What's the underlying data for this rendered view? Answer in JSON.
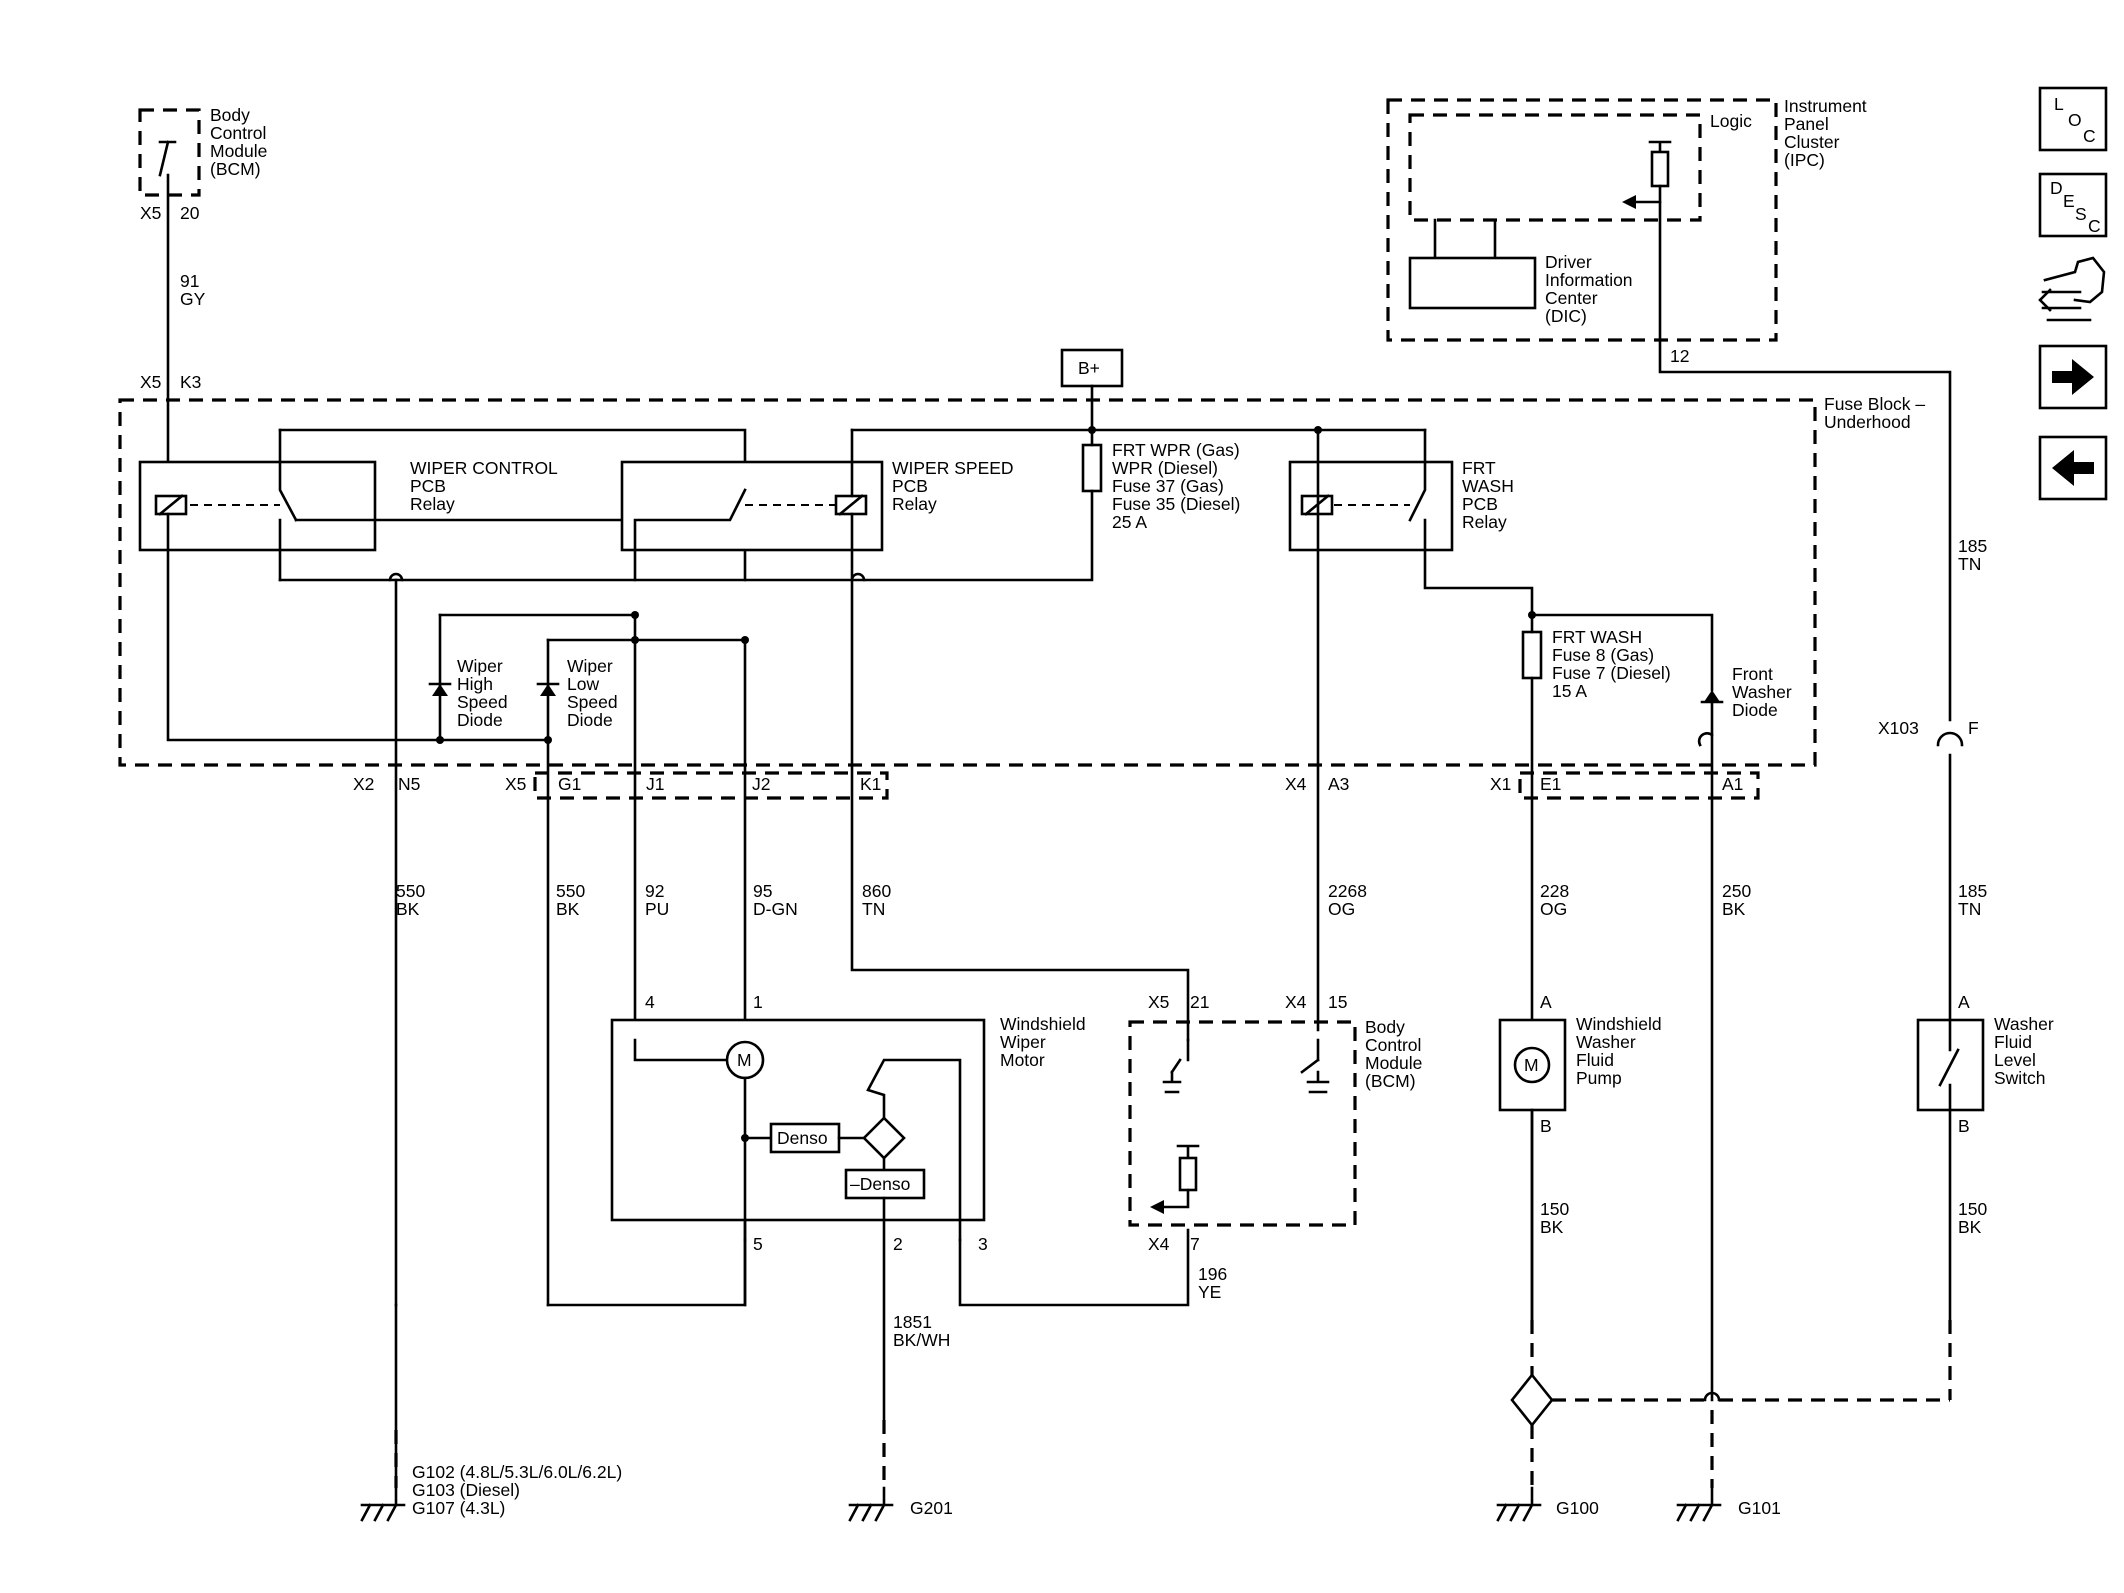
{
  "colors": {
    "ink": "#000000",
    "background": "#ffffff"
  },
  "nav": {
    "loc": {
      "l1": "L",
      "l2": "O",
      "l3": "C"
    },
    "desc": {
      "l1": "D",
      "l2": "E",
      "l3": "S",
      "l4": "C"
    },
    "icons": [
      "connector-tool-icon",
      "next-arrow-icon",
      "previous-arrow-icon"
    ]
  },
  "bcm_top": {
    "name": [
      "Body",
      "Control",
      "Module",
      "(BCM)"
    ],
    "conn": "X5",
    "pin": "20",
    "wire_num": "91",
    "wire_color": "GY"
  },
  "fuse_block": {
    "label": [
      "Fuse Block –",
      "Underhood"
    ],
    "x5": "X5",
    "k3": "K3",
    "battery": "B+",
    "wiper_control_relay": [
      "WIPER CONTROL",
      "PCB",
      "Relay"
    ],
    "wiper_speed_relay": [
      "WIPER SPEED",
      "PCB",
      "Relay"
    ],
    "frt_wash_relay": [
      "FRT",
      "WASH",
      "PCB",
      "Relay"
    ],
    "fuse_wpr": [
      "FRT WPR (Gas)",
      "WPR (Diesel)",
      "Fuse 37 (Gas)",
      "Fuse 35 (Diesel)",
      "25 A"
    ],
    "fuse_wash": [
      "FRT WASH",
      "Fuse 8 (Gas)",
      "Fuse 7 (Diesel)",
      "15 A"
    ],
    "high_diode": [
      "Wiper",
      "High",
      "Speed",
      "Diode"
    ],
    "low_diode": [
      "Wiper",
      "Low",
      "Speed",
      "Diode"
    ],
    "washer_diode": [
      "Front",
      "Washer",
      "Diode"
    ]
  },
  "connectors": {
    "x2": "X2",
    "n5": "N5",
    "x5": "X5",
    "g1": "G1",
    "j1": "J1",
    "j2": "J2",
    "k1": "K1",
    "x4": "X4",
    "a3": "A3",
    "x1": "X1",
    "e1": "E1",
    "a1": "A1"
  },
  "wires": {
    "n5": {
      "num": "550",
      "color": "BK"
    },
    "g1": {
      "num": "550",
      "color": "BK"
    },
    "j1": {
      "num": "92",
      "color": "PU"
    },
    "j2": {
      "num": "95",
      "color": "D-GN"
    },
    "k1": {
      "num": "860",
      "color": "TN"
    },
    "a3": {
      "num": "2268",
      "color": "OG"
    },
    "e1": {
      "num": "228",
      "color": "OG"
    },
    "a1": {
      "num": "250",
      "color": "BK"
    },
    "motor_gnd": {
      "num": "1851",
      "color": "BK/WH"
    },
    "x4_7": {
      "num": "196",
      "color": "YE"
    },
    "pump_gnd": {
      "num": "150",
      "color": "BK"
    },
    "switch_gnd": {
      "num": "150",
      "color": "BK"
    },
    "ipc_upper": {
      "num": "185",
      "color": "TN"
    },
    "ipc_lower": {
      "num": "185",
      "color": "TN"
    }
  },
  "ipc": {
    "name": [
      "Instrument",
      "Panel",
      "Cluster",
      "(IPC)"
    ],
    "logic": "Logic",
    "dic": [
      "Driver",
      "Information",
      "Center",
      "(DIC)"
    ],
    "pin": "12"
  },
  "x103": {
    "conn": "X103",
    "pin": "F"
  },
  "wiper_motor": {
    "name": [
      "Windshield",
      "Wiper",
      "Motor"
    ],
    "pin4": "4",
    "pin1": "1",
    "pin5": "5",
    "pin2": "2",
    "pin3": "3",
    "motor": "M",
    "denso": "Denso",
    "non_denso": "–Denso"
  },
  "bcm_lower": {
    "name": [
      "Body",
      "Control",
      "Module",
      "(BCM)"
    ],
    "x5": "X5",
    "p21": "21",
    "x4": "X4",
    "p15": "15",
    "x4b": "X4",
    "p7": "7"
  },
  "pump": {
    "name": [
      "Windshield",
      "Washer",
      "Fluid",
      "Pump"
    ],
    "pinA": "A",
    "pinB": "B",
    "motor": "M"
  },
  "level_switch": {
    "name": [
      "Washer",
      "Fluid",
      "Level",
      "Switch"
    ],
    "pinA": "A",
    "pinB": "B"
  },
  "grounds": {
    "g102_set": [
      "G102 (4.8L/5.3L/6.0L/6.2L)",
      "G103 (Diesel)",
      "G107 (4.3L)"
    ],
    "g201": "G201",
    "g100": "G100",
    "g101": "G101"
  }
}
